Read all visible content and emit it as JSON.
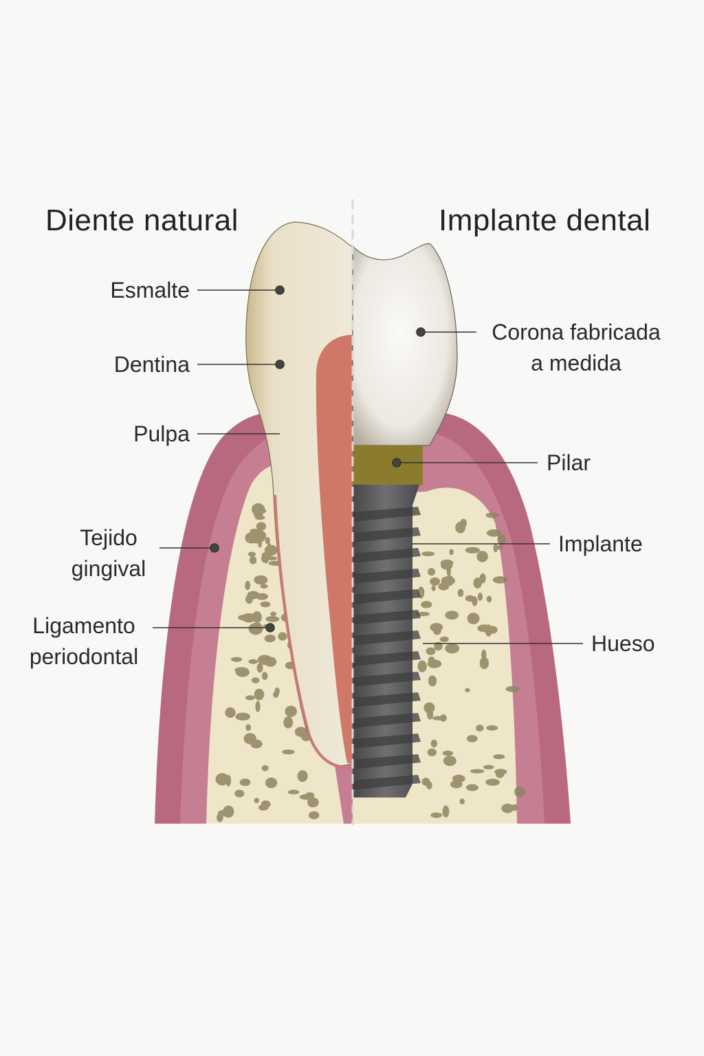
{
  "titles": {
    "left": "Diente natural",
    "right": "Implante dental"
  },
  "left_labels": {
    "esmalte": "Esmalte",
    "dentina": "Dentina",
    "pulpa": "Pulpa",
    "tejido_gingival": [
      "Tejido",
      "gingival"
    ],
    "ligamento_periodontal": [
      "Ligamento",
      "periodontal"
    ]
  },
  "right_labels": {
    "corona": [
      "Corona fabricada",
      "a medida"
    ],
    "pilar": "Pilar",
    "implante": "Implante",
    "hueso": "Hueso"
  },
  "colors": {
    "gum": "#b8687f",
    "gum_light": "#cf8ea0",
    "bone": "#efe5c8",
    "pore": "#8f8560",
    "enamel": "#e6dcc0",
    "dentin": "#f2ead8",
    "pulp": "#cf7868",
    "crown": "#f1eeea",
    "abutment": "#8a7c2c",
    "implant": "#5b5b5d"
  }
}
